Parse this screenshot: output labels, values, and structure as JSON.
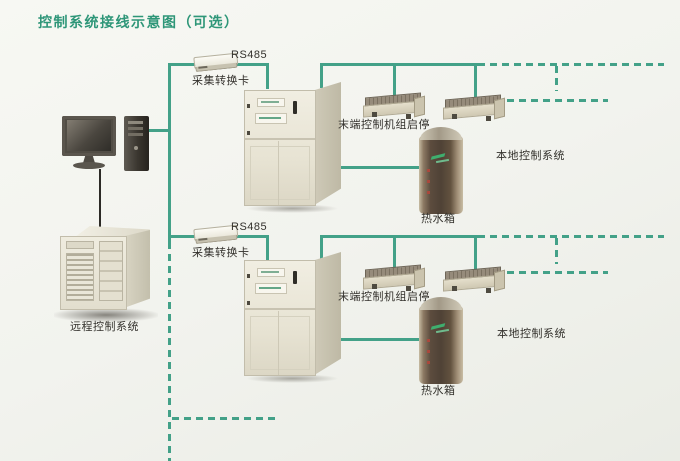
{
  "title": "控制系统接线示意图（可选）",
  "colors": {
    "wire_teal": "#43a188",
    "title_text": "#2e9678",
    "label_text": "#33312c",
    "background": "#f2f3ee"
  },
  "remote_system": {
    "label": "远程控制系统"
  },
  "sections": [
    {
      "bus_protocol_label": "RS485",
      "converter_label": "采集转换卡",
      "terminal_units_label": "末端控制机组启停",
      "water_tank_label": "热水箱",
      "local_system_label": "本地控制系统"
    },
    {
      "bus_protocol_label": "RS485",
      "converter_label": "采集转换卡",
      "terminal_units_label": "末端控制机组启停",
      "water_tank_label": "热水箱",
      "local_system_label": "本地控制系统"
    }
  ]
}
